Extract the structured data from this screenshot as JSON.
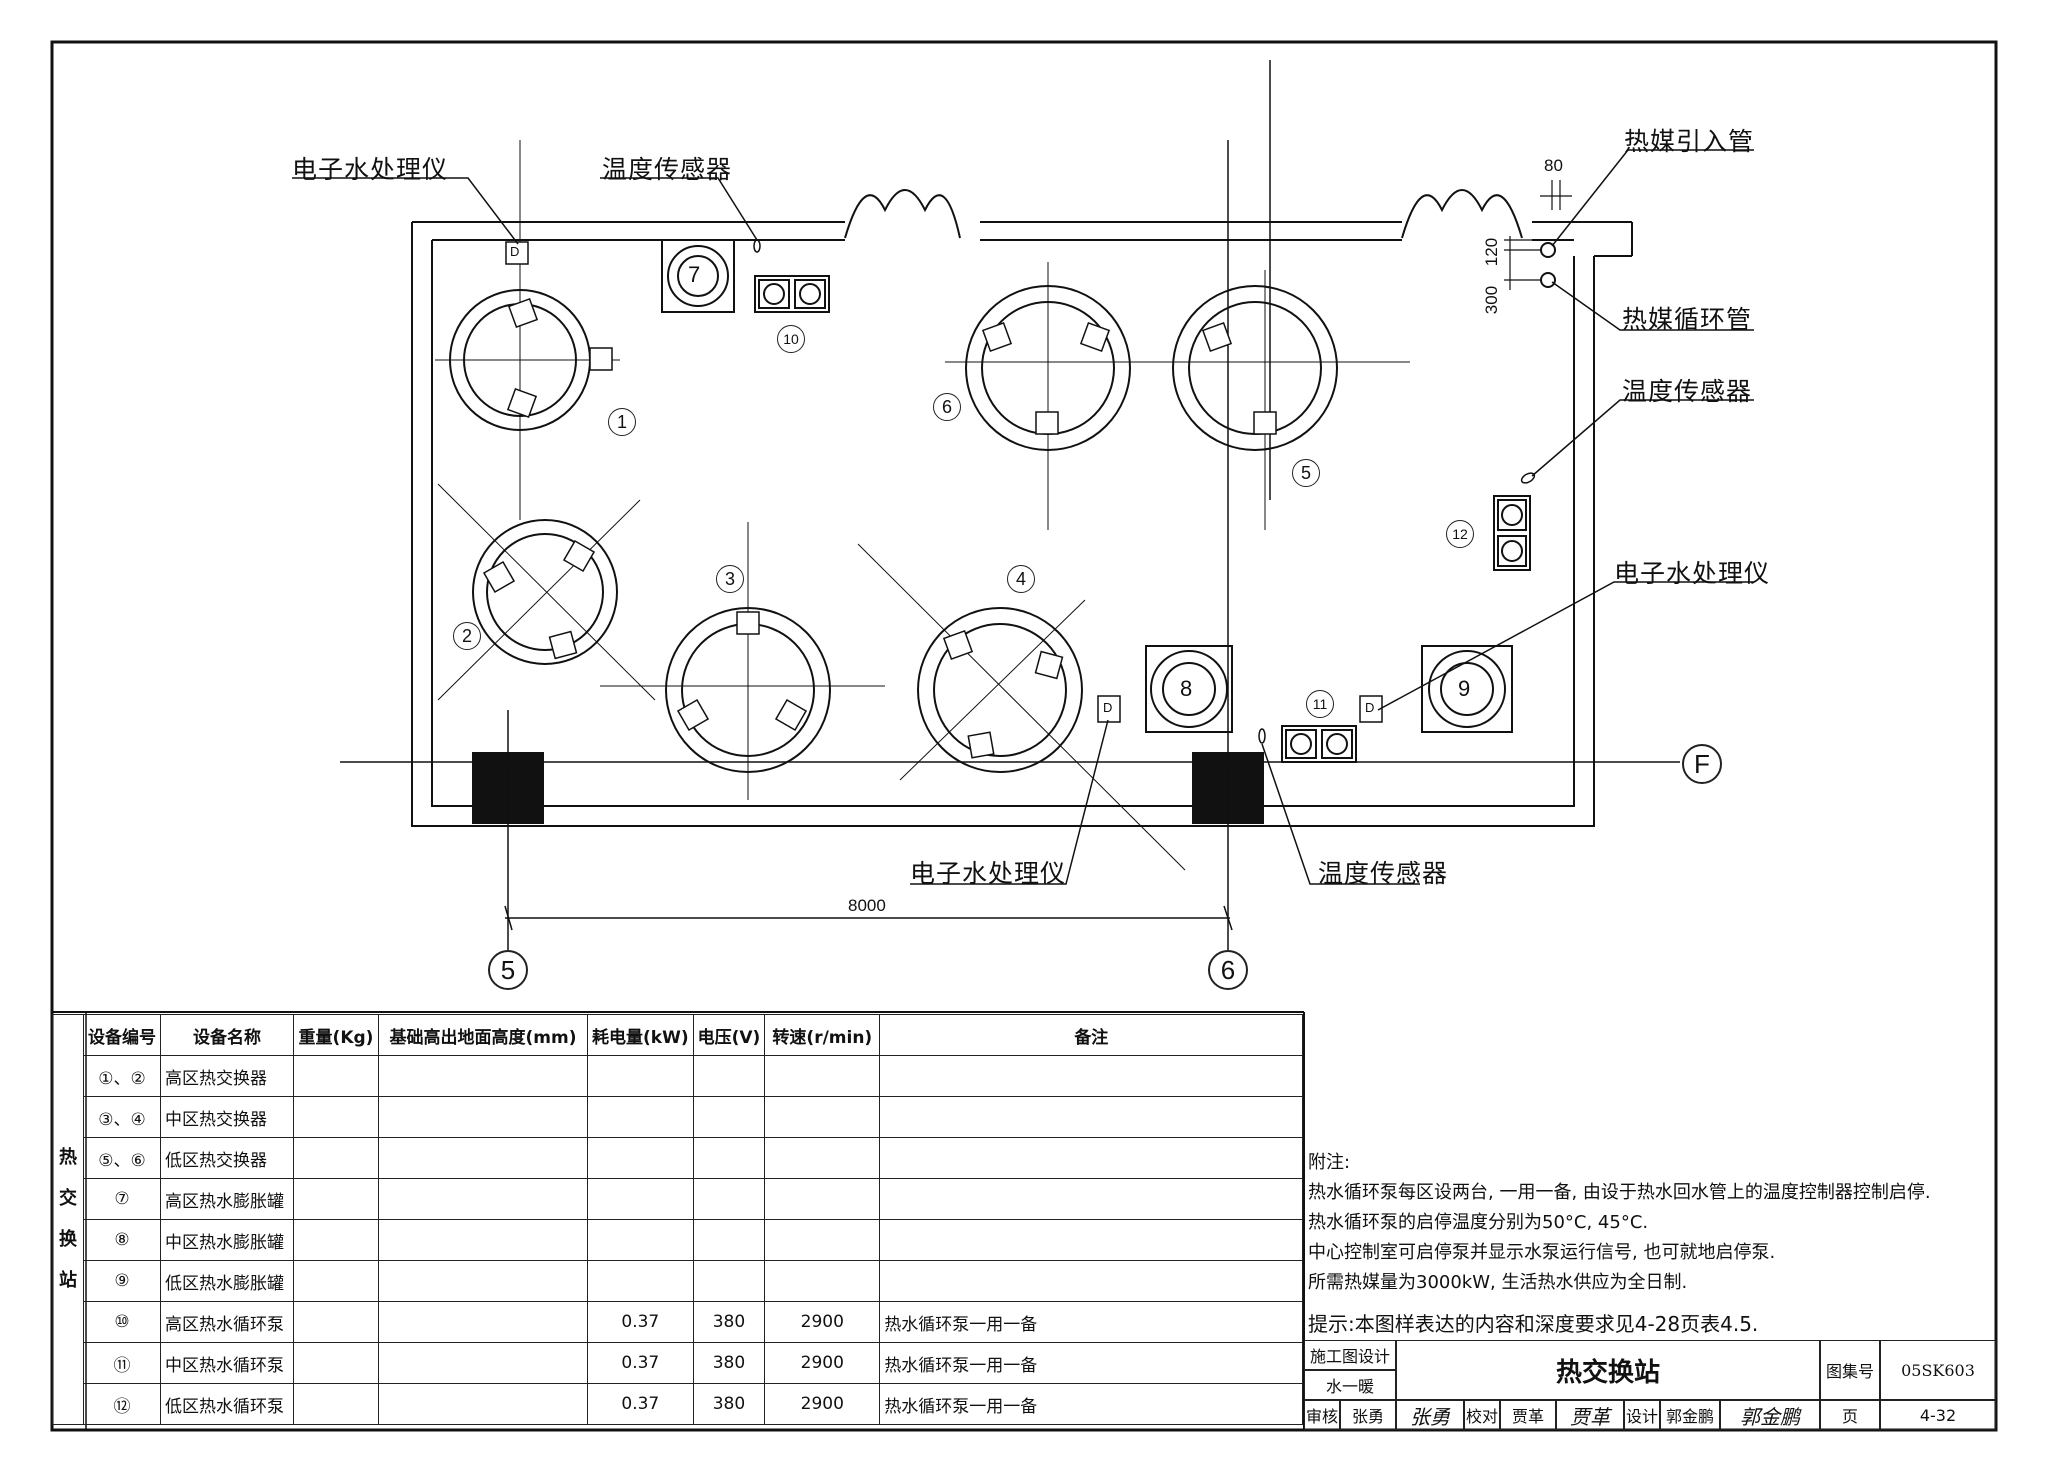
{
  "labels": {
    "ewt_1": "电子水处理仪",
    "temp_1": "温度传感器",
    "heat_in": "热媒引入管",
    "heat_circ": "热媒循环管",
    "temp_2": "温度传感器",
    "ewt_2": "电子水处理仪",
    "ewt_3": "电子水处理仪",
    "temp_3": "温度传感器",
    "dim_80": "80",
    "dim_120": "120",
    "dim_300": "300",
    "dim_8000": "8000"
  },
  "axes": {
    "a5": "5",
    "a6": "6",
    "aF": "F"
  },
  "equipment_tags": {
    "e1": "1",
    "e2": "2",
    "e3": "3",
    "e4": "4",
    "e5": "5",
    "e6": "6",
    "e7": "7",
    "e8": "8",
    "e9": "9",
    "e10": "10",
    "e11": "11",
    "e12": "12",
    "d": "D"
  },
  "table": {
    "side_title": [
      "热",
      "交",
      "换",
      "站"
    ],
    "headers": [
      "设备编号",
      "设备名称",
      "重量(Kg)",
      "基础高出地面高度(mm)",
      "耗电量(kW)",
      "电压(V)",
      "转速(r/min)",
      "备注"
    ],
    "rows": [
      [
        "①、②",
        "高区热交换器",
        "",
        "",
        "",
        "",
        "",
        ""
      ],
      [
        "③、④",
        "中区热交换器",
        "",
        "",
        "",
        "",
        "",
        ""
      ],
      [
        "⑤、⑥",
        "低区热交换器",
        "",
        "",
        "",
        "",
        "",
        ""
      ],
      [
        "⑦",
        "高区热水膨胀罐",
        "",
        "",
        "",
        "",
        "",
        ""
      ],
      [
        "⑧",
        "中区热水膨胀罐",
        "",
        "",
        "",
        "",
        "",
        ""
      ],
      [
        "⑨",
        "低区热水膨胀罐",
        "",
        "",
        "",
        "",
        "",
        ""
      ],
      [
        "⑩",
        "高区热水循环泵",
        "",
        "",
        "0.37",
        "380",
        "2900",
        "热水循环泵一用一备"
      ],
      [
        "⑪",
        "中区热水循环泵",
        "",
        "",
        "0.37",
        "380",
        "2900",
        "热水循环泵一用一备"
      ],
      [
        "⑫",
        "低区热水循环泵",
        "",
        "",
        "0.37",
        "380",
        "2900",
        "热水循环泵一用一备"
      ]
    ]
  },
  "notes": {
    "title": "附注:",
    "lines": [
      "热水循环泵每区设两台, 一用一备, 由设于热水回水管上的温度控制器控制启停.",
      "热水循环泵的启停温度分别为50°C, 45°C.",
      "中心控制室可启停泵并显示水泵运行信号, 也可就地启停泵.",
      "所需热媒量为3000kW, 生活热水供应为全日制."
    ]
  },
  "tip": "提示:本图样表达的内容和深度要求见4-28页表4.5.",
  "title_block": {
    "design_stage": "施工图设计",
    "discipline": "水一暖",
    "title": "热交换站",
    "atlas_label": "图集号",
    "atlas_no": "05SK603",
    "review_label": "审核",
    "reviewer": "张勇",
    "reviewer_sig": "张勇",
    "check_label": "校对",
    "checker": "贾革",
    "checker_sig": "贾革",
    "design_label": "设计",
    "designer": "郭金鹏",
    "designer_sig": "郭金鹏",
    "page_label": "页",
    "page_no": "4-32"
  }
}
